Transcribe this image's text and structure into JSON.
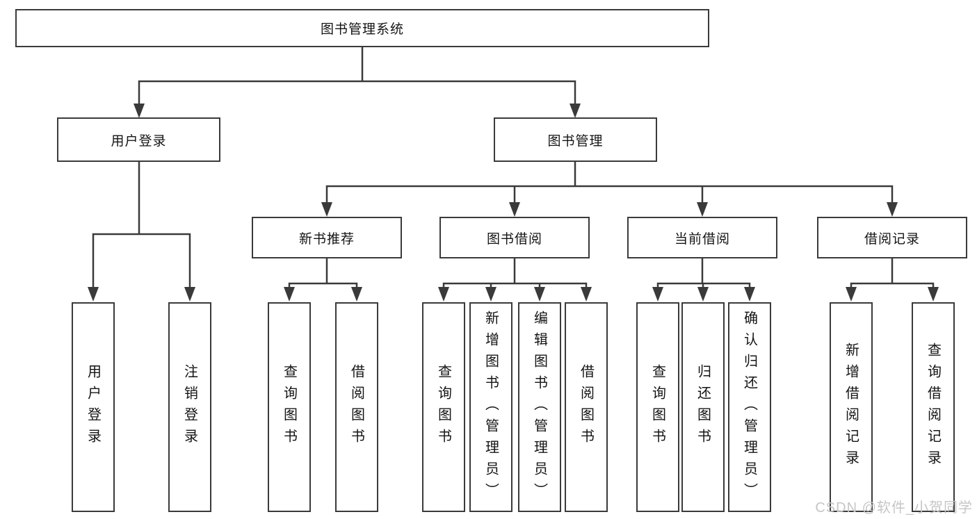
{
  "watermark": "CSDN @软件_小贺同学",
  "colors": {
    "line": "#3a3a3a",
    "box_border": "#3a3a3a",
    "box_background": "#ffffff",
    "text": "#141414",
    "watermark": "#c6c6c6"
  },
  "tree": {
    "label": "图书管理系统",
    "children": [
      {
        "label": "用户登录",
        "children": [
          {
            "label": "用户登录"
          },
          {
            "label": "注销登录"
          }
        ]
      },
      {
        "label": "图书管理",
        "children": [
          {
            "label": "新书推荐",
            "children": [
              {
                "label": "查询图书"
              },
              {
                "label": "借阅图书"
              }
            ]
          },
          {
            "label": "图书借阅",
            "children": [
              {
                "label": "查询图书"
              },
              {
                "label": "新增图书（管理员）"
              },
              {
                "label": "编辑图书（管理员）"
              },
              {
                "label": "借阅图书"
              }
            ]
          },
          {
            "label": "当前借阅",
            "children": [
              {
                "label": "查询图书"
              },
              {
                "label": "归还图书"
              },
              {
                "label": "确认归还（管理员）"
              }
            ]
          },
          {
            "label": "借阅记录",
            "children": [
              {
                "label": "新增借阅记录"
              },
              {
                "label": "查询借阅记录"
              }
            ]
          }
        ]
      }
    ]
  }
}
